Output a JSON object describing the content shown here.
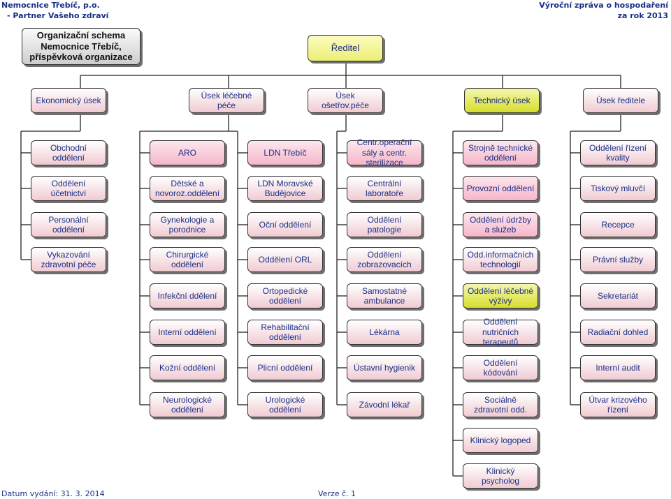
{
  "header": {
    "left_line1": "Nemocnice Třebíč, p.o.",
    "left_line2": "- Partner Vašeho zdraví",
    "right_line1": "Výroční zpráva o hospodaření",
    "right_line2": "za rok 2013"
  },
  "title": {
    "line1": "Organizační schema",
    "line2": "Nemocnice Třebíč,",
    "line3": "příspěvková organizace"
  },
  "director": "Ředitel",
  "sections": [
    {
      "label": "Ekonomický úsek",
      "departments": [
        "Obchodní oddělení",
        "Oddělení účetnictví",
        "Personální oddělení",
        "Vykazování zdravotní péče"
      ]
    },
    {
      "label": "Úsek léčebné péče",
      "departments": [
        "ARO",
        "Dětské a novoroz.oddělení",
        "Gynekologie a porodnice",
        "Chirurgické oddělení",
        "Infekční ddělení",
        "Interní oddělení",
        "Kožní oddělení",
        "Neurologické oddělení"
      ]
    },
    {
      "label": "",
      "departments": [
        "LDN Třebíč",
        "LDN Moravské Budějovice",
        "Oční oddělení",
        "Oddělení ORL",
        "Ortopedické oddělení",
        "Rehabilitační oddělení",
        "Plicní oddělení",
        "Urologické oddělení"
      ]
    },
    {
      "label": "Úsek ošetřov.péče",
      "departments": [
        "Centr.operační sály a centr. sterilizace",
        "Centrální laboratoře",
        "Oddělení patologie",
        "Oddělení zobrazovacích",
        "Samostatné ambulance",
        "Lékárna",
        "Ústavní hygienik",
        "Závodní lékař"
      ]
    },
    {
      "label": "Technický úsek",
      "departments": [
        "Strojně technické oddělení",
        "Provozní oddělení",
        "Oddělení údržby a služeb",
        "Odd.informačních technologií",
        "Oddělení léčebné výživy",
        "Oddělení nutričních terapeutů",
        "Oddělení kódování",
        "Sociálně zdravotní odd.",
        "Klinický logoped",
        "Klinický psycholog"
      ]
    },
    {
      "label": "Úsek ředitele",
      "departments": [
        "Oddělení řízení kvality",
        "Tiskový mluvčí",
        "Recepce",
        "Právní služby",
        "Sekretariát",
        "Radiační dohled",
        "Interní audit",
        "Útvar krizového řízení"
      ]
    }
  ],
  "footer": {
    "date": "Datum vydání: 31. 3. 2014",
    "version": "Verze č. 1"
  }
}
